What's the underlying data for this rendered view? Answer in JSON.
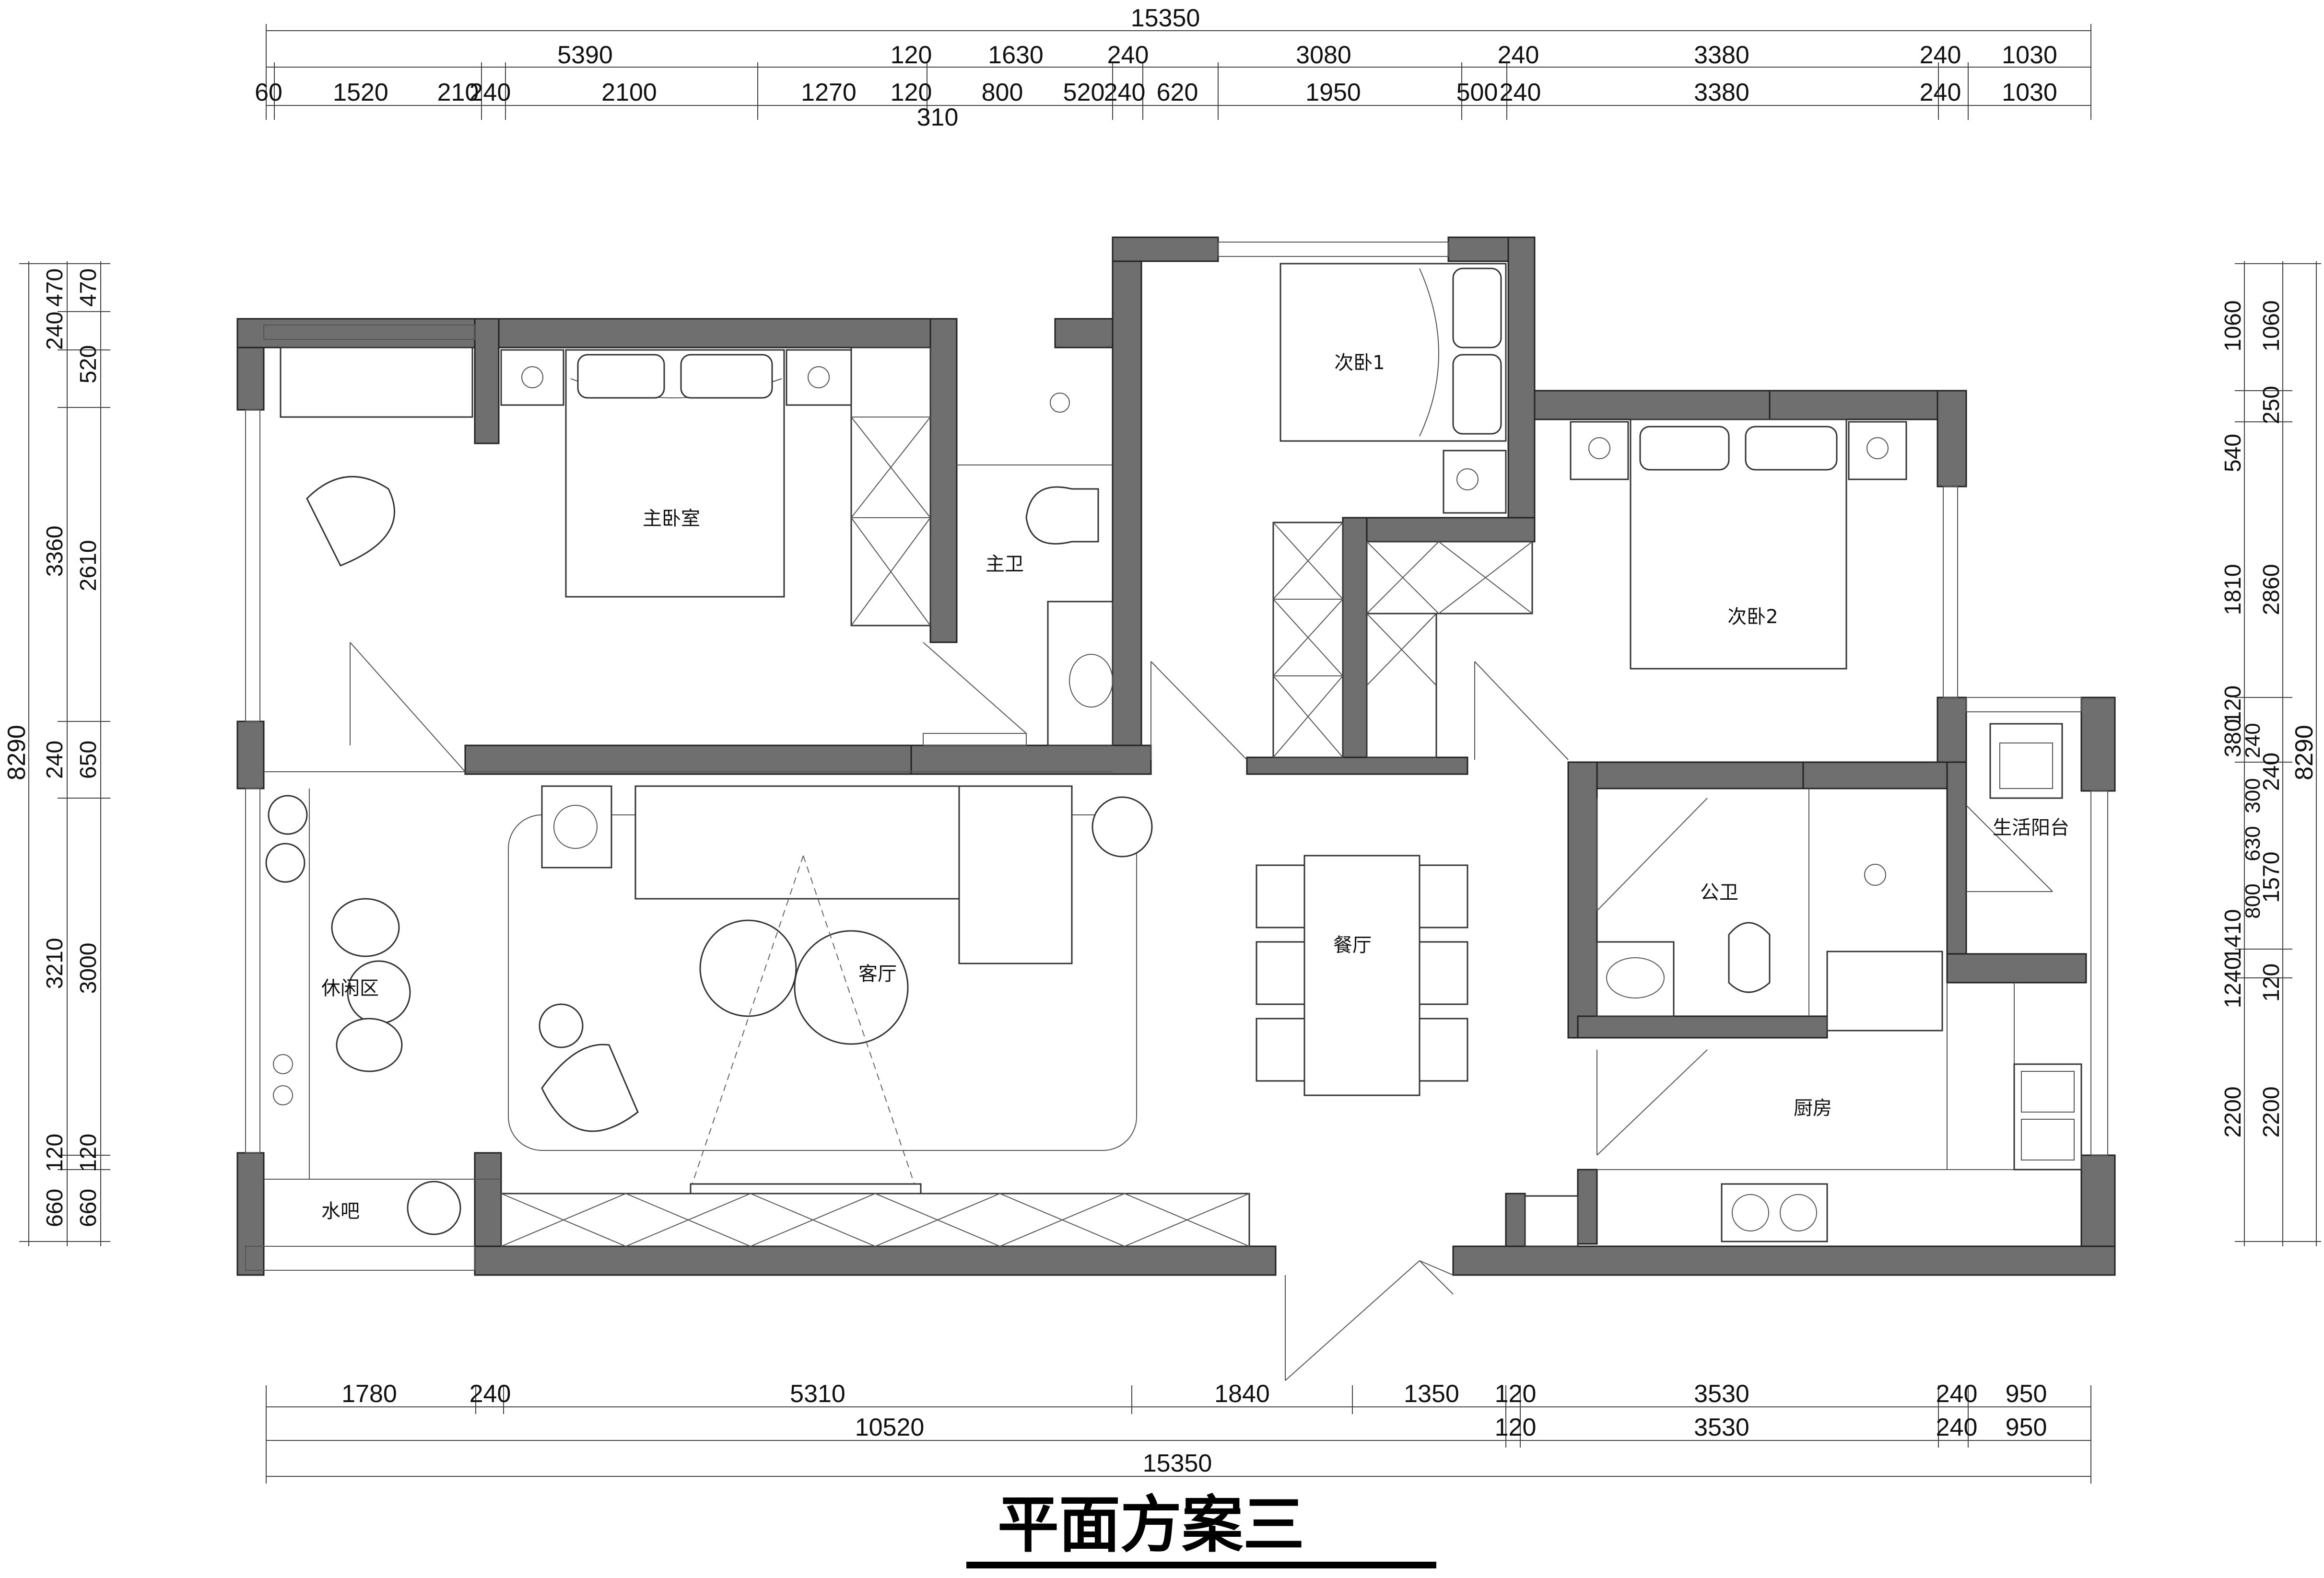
{
  "title": "平面方案三",
  "rooms": {
    "master_bedroom": "主卧室",
    "master_bath": "主卫",
    "bedroom1": "次卧1",
    "bedroom2": "次卧2",
    "living_room": "客厅",
    "dining_room": "餐厅",
    "leisure_area": "休闲区",
    "water_bar": "水吧",
    "public_bath": "公卫",
    "utility_balcony": "生活阳台",
    "kitchen": "厨房"
  },
  "top_dims": {
    "total": "15350",
    "row1": [
      "5390",
      "120",
      "1630",
      "240",
      "3080",
      "240",
      "3380",
      "240",
      "1030"
    ],
    "row2": [
      "60",
      "1520",
      "210",
      "240",
      "2100",
      "1270",
      "120",
      "800",
      "520",
      "240",
      "620",
      "1950",
      "500",
      "240",
      "3380",
      "240",
      "1030"
    ],
    "extra": "310"
  },
  "bottom_dims": {
    "row1": [
      "1780",
      "240",
      "5310",
      "1840",
      "1350",
      "120",
      "3530",
      "240",
      "950"
    ],
    "row2": [
      "10520",
      "120",
      "3530",
      "240",
      "950"
    ],
    "total": "15350"
  },
  "left_dims": {
    "total": "8290",
    "outer": [
      "470",
      "240",
      "3360",
      "240",
      "3210",
      "120",
      "660"
    ],
    "inner": [
      "470",
      "520",
      "2610",
      "650",
      "3000",
      "120",
      "660"
    ]
  },
  "right_dims": {
    "total": "8290",
    "outer": [
      "1060",
      "540",
      "1810",
      "120",
      "380",
      "1410",
      "1240",
      "2200"
    ],
    "inner": [
      "1060",
      "250",
      "2860",
      "240",
      "1570",
      "120",
      "2200"
    ],
    "stack": [
      "240",
      "300",
      "630",
      "800"
    ]
  }
}
